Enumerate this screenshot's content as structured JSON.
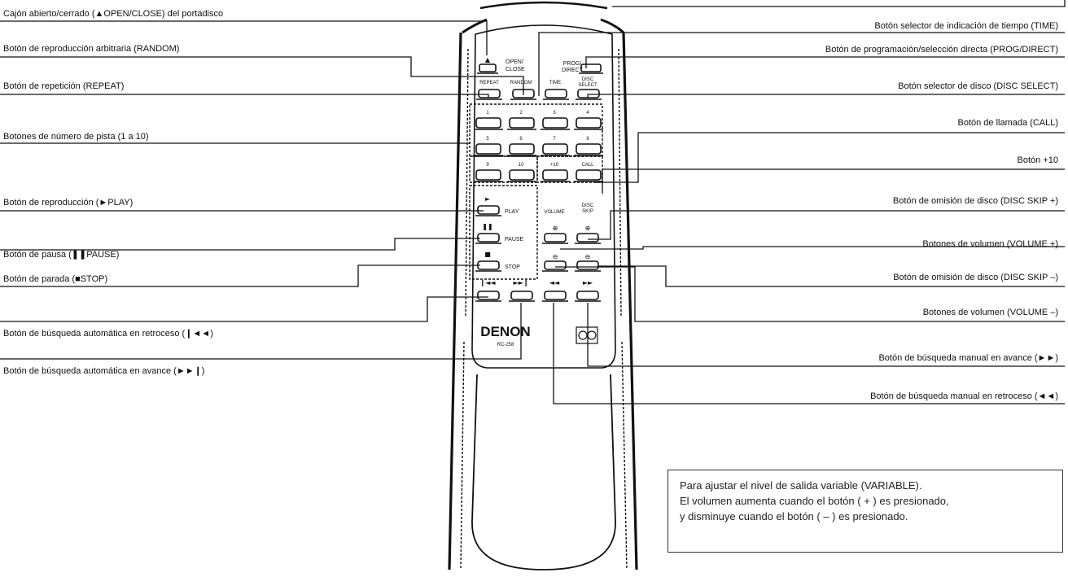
{
  "labels_left": [
    "Cajón abierto/cerrado (▲OPEN/CLOSE) del portadisco",
    "Botón de reproducción arbitraria (RANDOM)",
    "Botón de repetición (REPEAT)",
    "Botones de número de pista (1 a 10)",
    "Botón de reproducción (►PLAY)",
    "Botón de pausa (❚❚PAUSE)",
    "Botón de parada (■STOP)",
    "Botón de búsqueda automática en retroceso (❙◄◄)",
    "Botón de búsqueda automática en avance (►►❙)"
  ],
  "labels_right": [
    "Botón selector de indicación de tiempo (TIME)",
    "Botón de programación/selección directa (PROG/DIRECT)",
    "Botón selector de disco (DISC SELECT)",
    "Botón de llamada (CALL)",
    "Botón +10",
    "Botón de omisión de disco (DISC SKIP +)",
    "Botones de volumen (VOLUME +)",
    "Botón de omisión de disco (DISC SKIP –)",
    "Botones de volumen (VOLUME –)",
    "Botón de búsqueda manual en avance (►►)",
    "Botón de búsqueda manual en retroceso (◄◄)"
  ],
  "remote": {
    "brand": "DENON",
    "model": "RC-258",
    "buttons": {
      "open_close": [
        "OPEN/",
        "CLOSE"
      ],
      "prog_direct": [
        "PROG/",
        "DIRECT"
      ],
      "repeat": "REPEAT",
      "random": "RANDOM",
      "time": "TIME",
      "disc_select": [
        "DISC",
        "SELECT"
      ],
      "numbers": [
        "1",
        "2",
        "3",
        "4",
        "5",
        "6",
        "7",
        "8",
        "9",
        "10"
      ],
      "plus10": "+10",
      "call": "CALL",
      "play": "PLAY",
      "pause": "PAUSE",
      "stop": "STOP",
      "volume": "VOLUME",
      "disc_skip": [
        "DISC",
        "SKIP"
      ]
    },
    "glyphs": {
      "eject": "▲",
      "play": "►",
      "pause": "❚❚",
      "stop": "■",
      "plus": "⊕",
      "minus": "⊖",
      "prev": "❙◄◄",
      "next": "►►❙",
      "rew": "◄◄",
      "ff": "►►"
    }
  },
  "note": {
    "line1": "Para ajustar el nivel de salida variable (VARIABLE).",
    "line2": "El volumen aumenta cuando el botón ( + ) es presionado,",
    "line3": "y disminuye cuando el botón ( – ) es presionado."
  }
}
